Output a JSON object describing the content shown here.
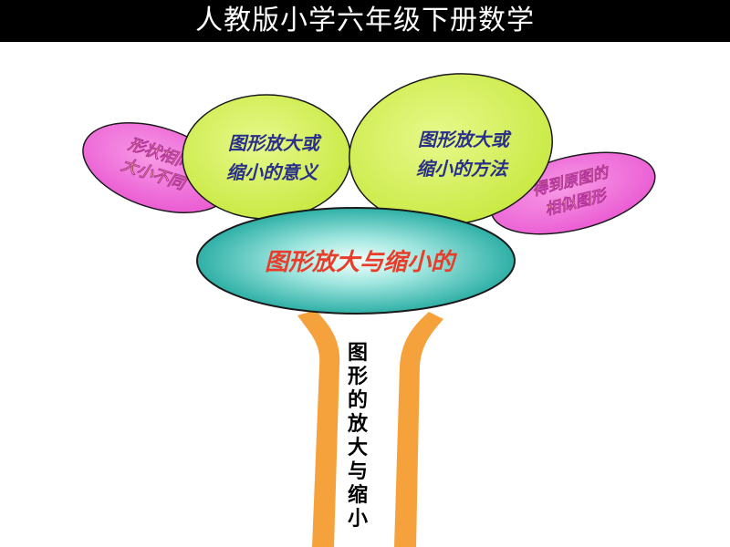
{
  "title": "人教版小学六年级下册数学",
  "center": {
    "label": "图形放大与缩小的"
  },
  "leaves": {
    "left_pink": [
      "形状相同,",
      "大小不同"
    ],
    "left_green": [
      "图形放大或",
      "缩小的意义"
    ],
    "right_green": [
      "图形放大或",
      "缩小的方法"
    ],
    "right_pink": [
      "得到原图的",
      "相似图形"
    ]
  },
  "stem_chars": [
    "图",
    "形",
    "的",
    "放",
    "大",
    "与",
    "缩",
    "小"
  ],
  "colors": {
    "title_bg": "#000000",
    "title_text": "#ffffff",
    "pink_leaf": "#f26bd9",
    "pink_text": "#f5f060",
    "green_leaf": "#d9f25a",
    "green_text": "#2a2f8a",
    "center_fill": "#2cb7ad",
    "center_text": "#e83d2a",
    "stem": "#f5a23c"
  }
}
